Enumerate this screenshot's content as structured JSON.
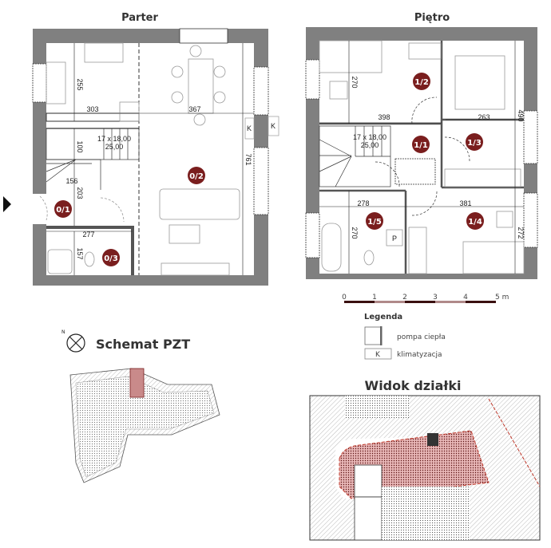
{
  "parter": {
    "title": "Parter",
    "rooms": [
      "0/1",
      "0/2",
      "0/3"
    ],
    "dimensions": [
      "255",
      "303",
      "367",
      "761",
      "100",
      "156",
      "203",
      "277",
      "157"
    ],
    "stairs": [
      "17 x 18,00",
      "25,00"
    ],
    "ac_label": "K"
  },
  "pietro": {
    "title": "Piętro",
    "rooms": [
      "1/1",
      "1/2",
      "1/3",
      "1/4",
      "1/5"
    ],
    "dimensions": [
      "270",
      "398",
      "263",
      "490",
      "278",
      "381",
      "270",
      "272"
    ],
    "stairs": [
      "17 x 18,00",
      "25,00"
    ],
    "pump_label": "P"
  },
  "scale": {
    "ticks": [
      "0",
      "1",
      "2",
      "3",
      "4",
      "5 m"
    ]
  },
  "legend": {
    "title": "Legenda",
    "items": [
      {
        "icon": "heat-pump-icon",
        "label": "pompa ciepła"
      },
      {
        "icon": "air-conditioning-icon",
        "symbol": "K",
        "label": "klimatyzacja"
      }
    ]
  },
  "pzt": {
    "title": "Schemat PZT",
    "north": "N"
  },
  "plot": {
    "title": "Widok działki"
  },
  "colors": {
    "badge": "#7a1e1e",
    "wall": "#808080",
    "parcel": "#c0392b"
  }
}
